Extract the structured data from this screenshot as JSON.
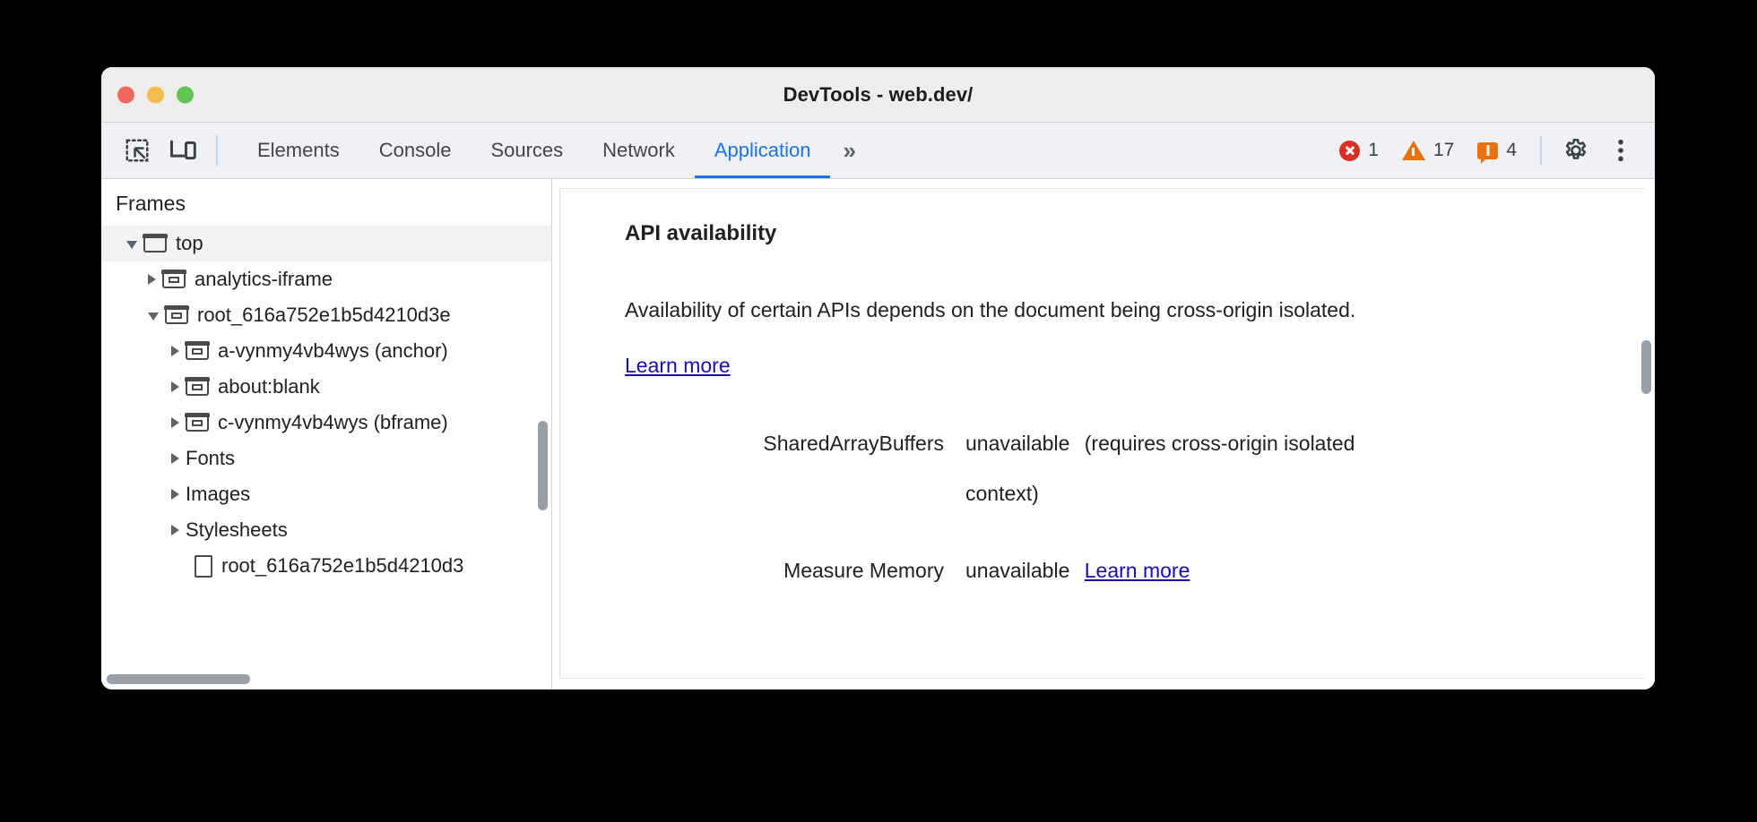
{
  "window": {
    "title": "DevTools - web.dev/",
    "traffic_lights": [
      "close-red",
      "minimize-yellow",
      "maximize-green"
    ]
  },
  "toolbar": {
    "inspect_icon": "inspect-element-icon",
    "device_icon": "device-toolbar-icon",
    "tabs": [
      {
        "label": "Elements",
        "active": false
      },
      {
        "label": "Console",
        "active": false
      },
      {
        "label": "Sources",
        "active": false
      },
      {
        "label": "Network",
        "active": false
      },
      {
        "label": "Application",
        "active": true
      }
    ],
    "more_tabs_label": "»",
    "counters": {
      "errors": "1",
      "warnings": "17",
      "issues": "4"
    },
    "settings_icon": "gear-icon",
    "menu_icon": "kebab-menu-icon",
    "accent_color": "#1a73e8",
    "error_color": "#d93025",
    "warning_color": "#e8710a"
  },
  "sidebar": {
    "header": "Frames",
    "tree": [
      {
        "label": "top",
        "indent": 0,
        "twisty": "open",
        "icon": "window-icon",
        "selected": true
      },
      {
        "label": "analytics-iframe",
        "indent": 1,
        "twisty": "closed",
        "icon": "frame-icon",
        "selected": false
      },
      {
        "label": "root_616a752e1b5d4210d3e",
        "indent": 1,
        "twisty": "open",
        "icon": "frame-icon",
        "selected": false
      },
      {
        "label": "a-vynmy4vb4wys (anchor)",
        "indent": 2,
        "twisty": "closed",
        "icon": "frame-icon",
        "selected": false
      },
      {
        "label": "about:blank",
        "indent": 2,
        "twisty": "closed",
        "icon": "frame-icon",
        "selected": false
      },
      {
        "label": "c-vynmy4vb4wys (bframe)",
        "indent": 2,
        "twisty": "closed",
        "icon": "frame-icon",
        "selected": false
      },
      {
        "label": "Fonts",
        "indent": 1,
        "twisty": "closed",
        "icon": "none",
        "selected": false
      },
      {
        "label": "Images",
        "indent": 1,
        "twisty": "closed",
        "icon": "none",
        "selected": false
      },
      {
        "label": "Stylesheets",
        "indent": 1,
        "twisty": "closed",
        "icon": "none",
        "selected": false
      },
      {
        "label": "root_616a752e1b5d4210d3",
        "indent": 2,
        "twisty": "none",
        "icon": "document-icon",
        "selected": false
      }
    ],
    "vertical_scrollbar": "sidebar-vertical-scrollbar",
    "horizontal_scrollbar": "sidebar-horizontal-scrollbar"
  },
  "main": {
    "heading": "API availability",
    "description_before_link": "Availability of certain APIs depends on the document being cross-origin isolated. ",
    "description_link": "Learn more",
    "rows": [
      {
        "label": "SharedArrayBuffers",
        "value": "unavailable",
        "note": "(requires cross-origin isolated context)",
        "link": ""
      },
      {
        "label": "Measure Memory",
        "value": "unavailable",
        "note": "",
        "link": "Learn more"
      }
    ],
    "vertical_scrollbar": "main-vertical-scrollbar"
  }
}
